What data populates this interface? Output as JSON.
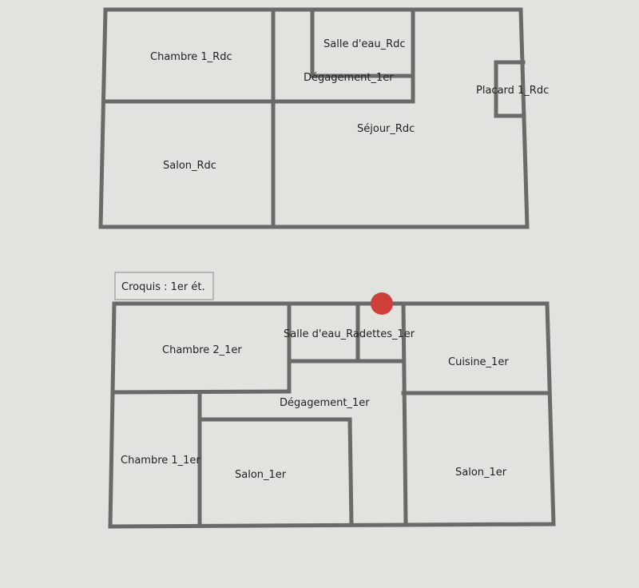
{
  "ground_floor": {
    "rooms": {
      "chambre1": "Chambre 1_Rdc",
      "salle_eau": "Salle d'eau_Rdc",
      "degagement": "Dégagement_1er",
      "placard": "Placard 1_Rdc",
      "sejour": "Séjour_Rdc",
      "salon": "Salon_Rdc"
    }
  },
  "first_floor": {
    "caption": "Croquis : 1er ét.",
    "rooms": {
      "chambre2": "Chambre 2_1er",
      "salle_eau_toilettes": "Salle d'eau_Radettes_1er",
      "cuisine": "Cuisine_1er",
      "degagement": "Dégagement_1er",
      "chambre1": "Chambre 1_1er",
      "salon_left": "Salon_1er",
      "salon_right": "Salon_1er"
    },
    "marker_color": "#d0403a"
  },
  "colors": {
    "wall": "#6a6a6a",
    "paper": "#e2e2df"
  }
}
